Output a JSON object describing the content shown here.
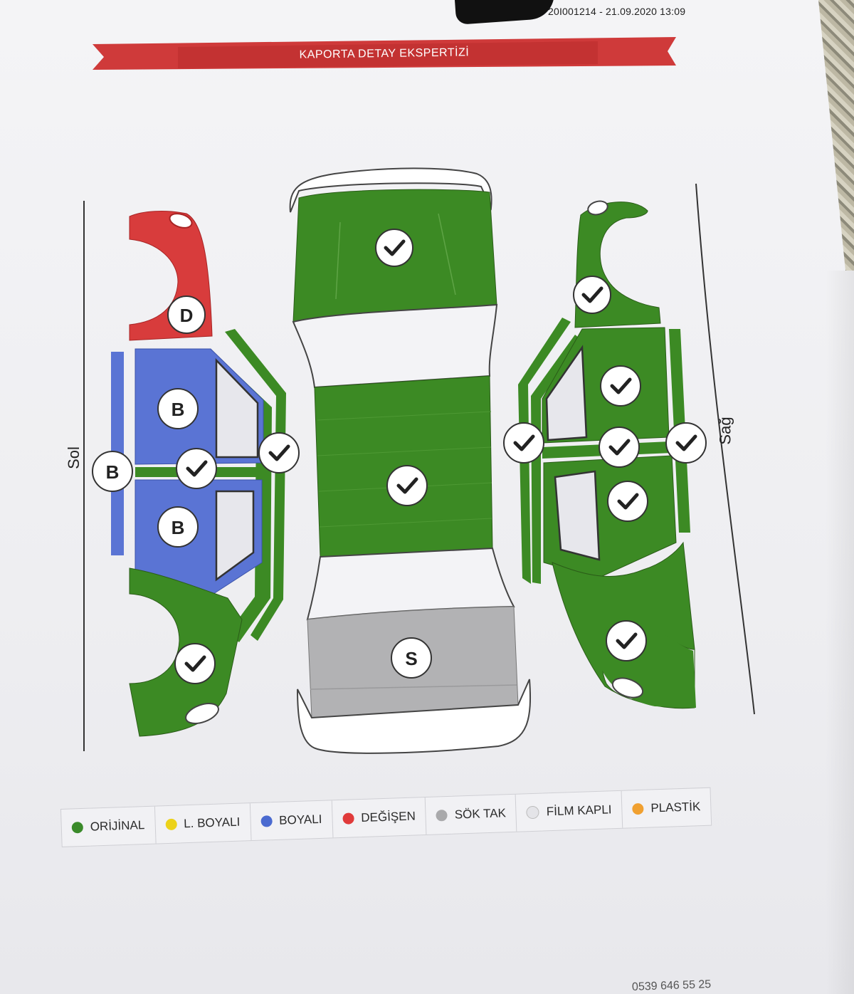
{
  "header": {
    "report_ref": "20I001214 - 21.09.2020 13:09"
  },
  "banner": {
    "title": "KAPORTA DETAY EKSPERTİZİ"
  },
  "sides": {
    "left": "Sol",
    "right": "Sağ"
  },
  "markers": {
    "left_front_fender": "D",
    "left_front_door": "B",
    "left_sill": "B",
    "left_rear_door": "B",
    "trunk": "S"
  },
  "panels": {
    "hood": "ORİJİNAL",
    "roof": "ORİJİNAL",
    "trunk": "SÖK TAK",
    "left_front_fender": "DEĞİŞEN",
    "left_front_door": "BOYALI",
    "left_rear_door": "BOYALI",
    "left_sill": "BOYALI",
    "left_rear_fender": "ORİJİNAL",
    "left_pillar": "ORİJİNAL",
    "right_front_fender": "ORİJİNAL",
    "right_front_door": "ORİJİNAL",
    "right_rear_door": "ORİJİNAL",
    "right_rear_fender": "ORİJİNAL"
  },
  "legend": [
    {
      "label": "ORİJİNAL",
      "color": "#3a8a2a"
    },
    {
      "label": "L. BOYALI",
      "color": "#ecd21a"
    },
    {
      "label": "BOYALI",
      "color": "#4a6ad0"
    },
    {
      "label": "DEĞİŞEN",
      "color": "#e03a3a"
    },
    {
      "label": "SÖK TAK",
      "color": "#a9a9ab"
    },
    {
      "label": "FİLM KAPLI",
      "color": "#e4e4e8"
    },
    {
      "label": "PLASTİK",
      "color": "#f0a030"
    }
  ],
  "colors": {
    "original": "#3c8a24",
    "boyali": "#5a74d4",
    "degisen": "#d83c3c",
    "sok_tak": "#b2b2b4",
    "banner": "#cf3a3a"
  },
  "footer": {
    "phone": "0539 646 55 25"
  }
}
